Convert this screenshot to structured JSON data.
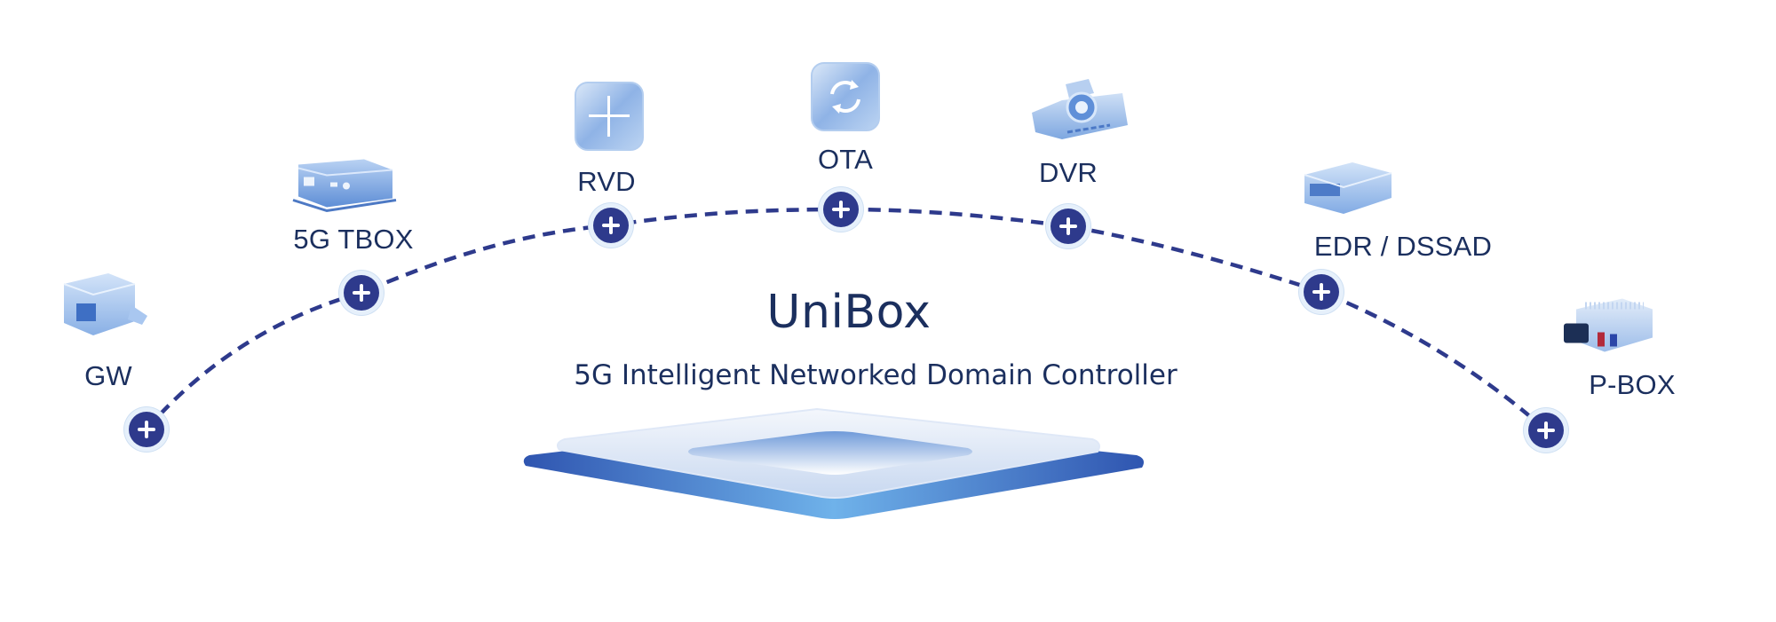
{
  "title": "UniBox",
  "subtitle": "5G Intelligent Networked Domain Controller",
  "colors": {
    "text": "#1b2f5e",
    "node_fill": "#2e3a8c",
    "arc_line": "#2e3a8c",
    "device_blue": "#8db8ea",
    "platform_dark": "#2f55b0",
    "platform_light": "#dfe8f7"
  },
  "nodes": [
    {
      "id": "gw",
      "label": "GW",
      "icon": "gateway-module-icon"
    },
    {
      "id": "tbox",
      "label": "5G TBOX",
      "icon": "telematics-box-icon"
    },
    {
      "id": "rvd",
      "label": "RVD",
      "icon": "plus-tile-icon"
    },
    {
      "id": "ota",
      "label": "OTA",
      "icon": "refresh-tile-icon"
    },
    {
      "id": "dvr",
      "label": "DVR",
      "icon": "dash-camera-icon"
    },
    {
      "id": "edr",
      "label": "EDR / DSSAD",
      "icon": "data-recorder-icon"
    },
    {
      "id": "pbox",
      "label": "P-BOX",
      "icon": "power-box-icon"
    }
  ]
}
